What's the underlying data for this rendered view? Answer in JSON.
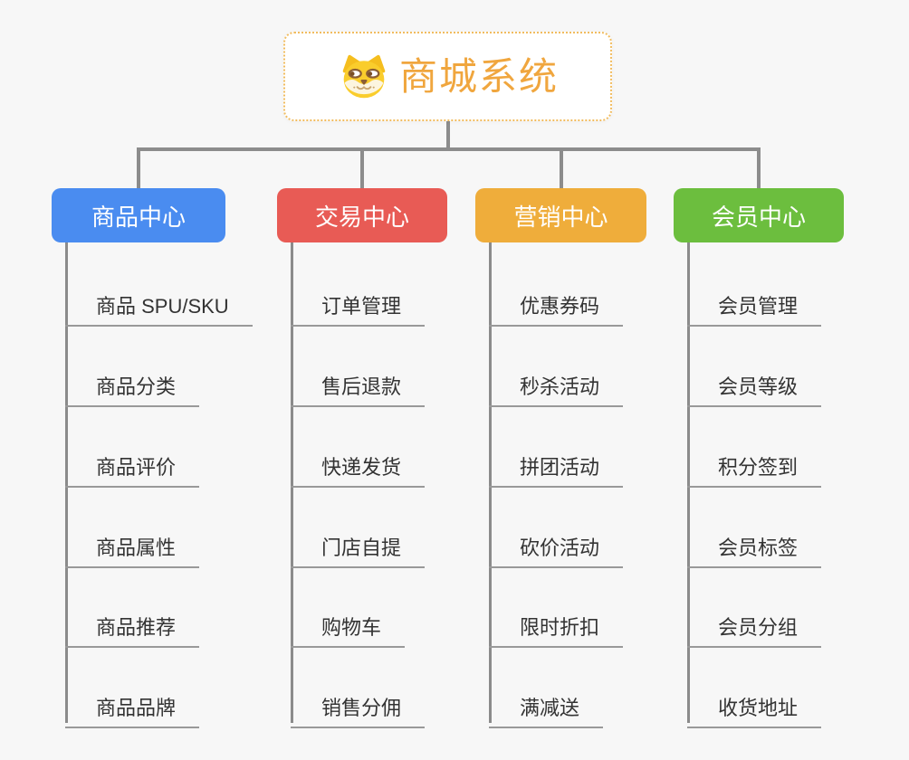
{
  "diagram": {
    "kind": "mindmap-org-chart",
    "background_color": "#F7F7F7",
    "connector_color": "#8C8C8C",
    "underline_color": "#999999",
    "subtopic_text_color": "#333333"
  },
  "root": {
    "title": "商城系统",
    "icon": "shiba-dog-icon",
    "text_color": "#F0A63E",
    "border_color": "#F1BC5F",
    "background_color": "#FFFFFF"
  },
  "branches": [
    {
      "id": "product-center",
      "label": "商品中心",
      "color": "#4A8CF0",
      "items": [
        "商品 SPU/SKU",
        "商品分类",
        "商品评价",
        "商品属性",
        "商品推荐",
        "商品品牌"
      ]
    },
    {
      "id": "trade-center",
      "label": "交易中心",
      "color": "#E85B55",
      "items": [
        "订单管理",
        "售后退款",
        "快递发货",
        "门店自提",
        "购物车",
        "销售分佣"
      ]
    },
    {
      "id": "marketing-center",
      "label": "营销中心",
      "color": "#EFAD3B",
      "items": [
        "优惠券码",
        "秒杀活动",
        "拼团活动",
        "砍价活动",
        "限时折扣",
        "满减送"
      ]
    },
    {
      "id": "member-center",
      "label": "会员中心",
      "color": "#6CBE3E",
      "items": [
        "会员管理",
        "会员等级",
        "积分签到",
        "会员标签",
        "会员分组",
        "收货地址"
      ]
    }
  ]
}
